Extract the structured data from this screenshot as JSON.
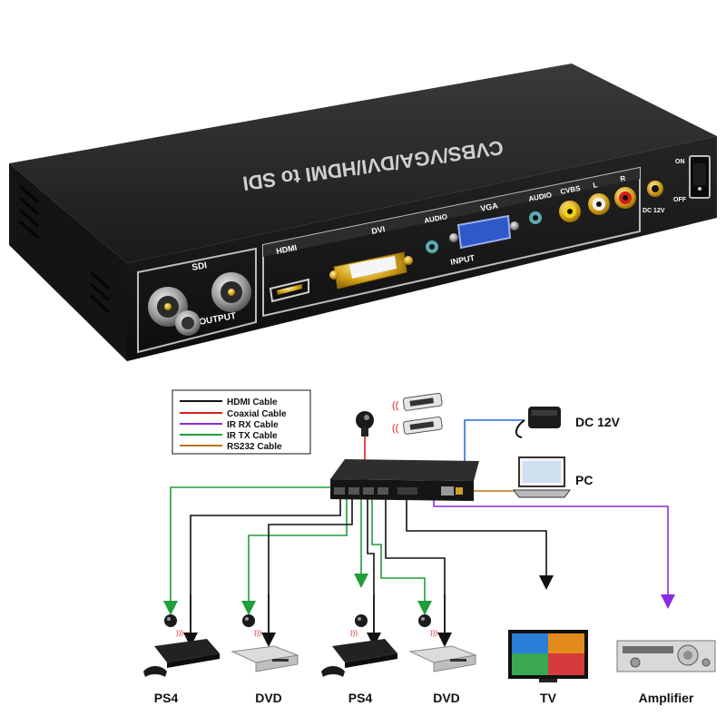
{
  "product": {
    "title": "CVBS/VGA/DVI/HDMI to SDI",
    "sections": {
      "sdi": "SDI",
      "sdi_output": "OUTPUT",
      "input": "INPUT",
      "hdmi": "HDMI",
      "dvi": "DVI",
      "audio1": "AUDIO",
      "vga": "VGA",
      "audio2": "AUDIO",
      "cvbs": "CVBS",
      "l": "L",
      "r": "R",
      "dc": "DC 12V",
      "on": "ON",
      "off": "OFF"
    }
  },
  "legend": {
    "items": [
      {
        "label": "HDMI Cable",
        "color": "#111111"
      },
      {
        "label": "Coaxial Cable",
        "color": "#e11b1b"
      },
      {
        "label": "IR RX Cable",
        "color": "#8a2be2"
      },
      {
        "label": "IR TX Cable",
        "color": "#1f9e3a"
      },
      {
        "label": "RS232 Cable",
        "color": "#b8741a"
      }
    ]
  },
  "diagram": {
    "dc_label": "DC 12V",
    "pc_label": "PC",
    "devices": [
      "PS4",
      "DVD",
      "PS4",
      "DVD",
      "TV",
      "Amplifier"
    ]
  },
  "colors": {
    "hdmi": "#111111",
    "coax": "#e11b1b",
    "irrx": "#8a2be2",
    "irtx": "#1f9e3a",
    "rs232": "#b8741a",
    "dc": "#2a6fd6"
  }
}
